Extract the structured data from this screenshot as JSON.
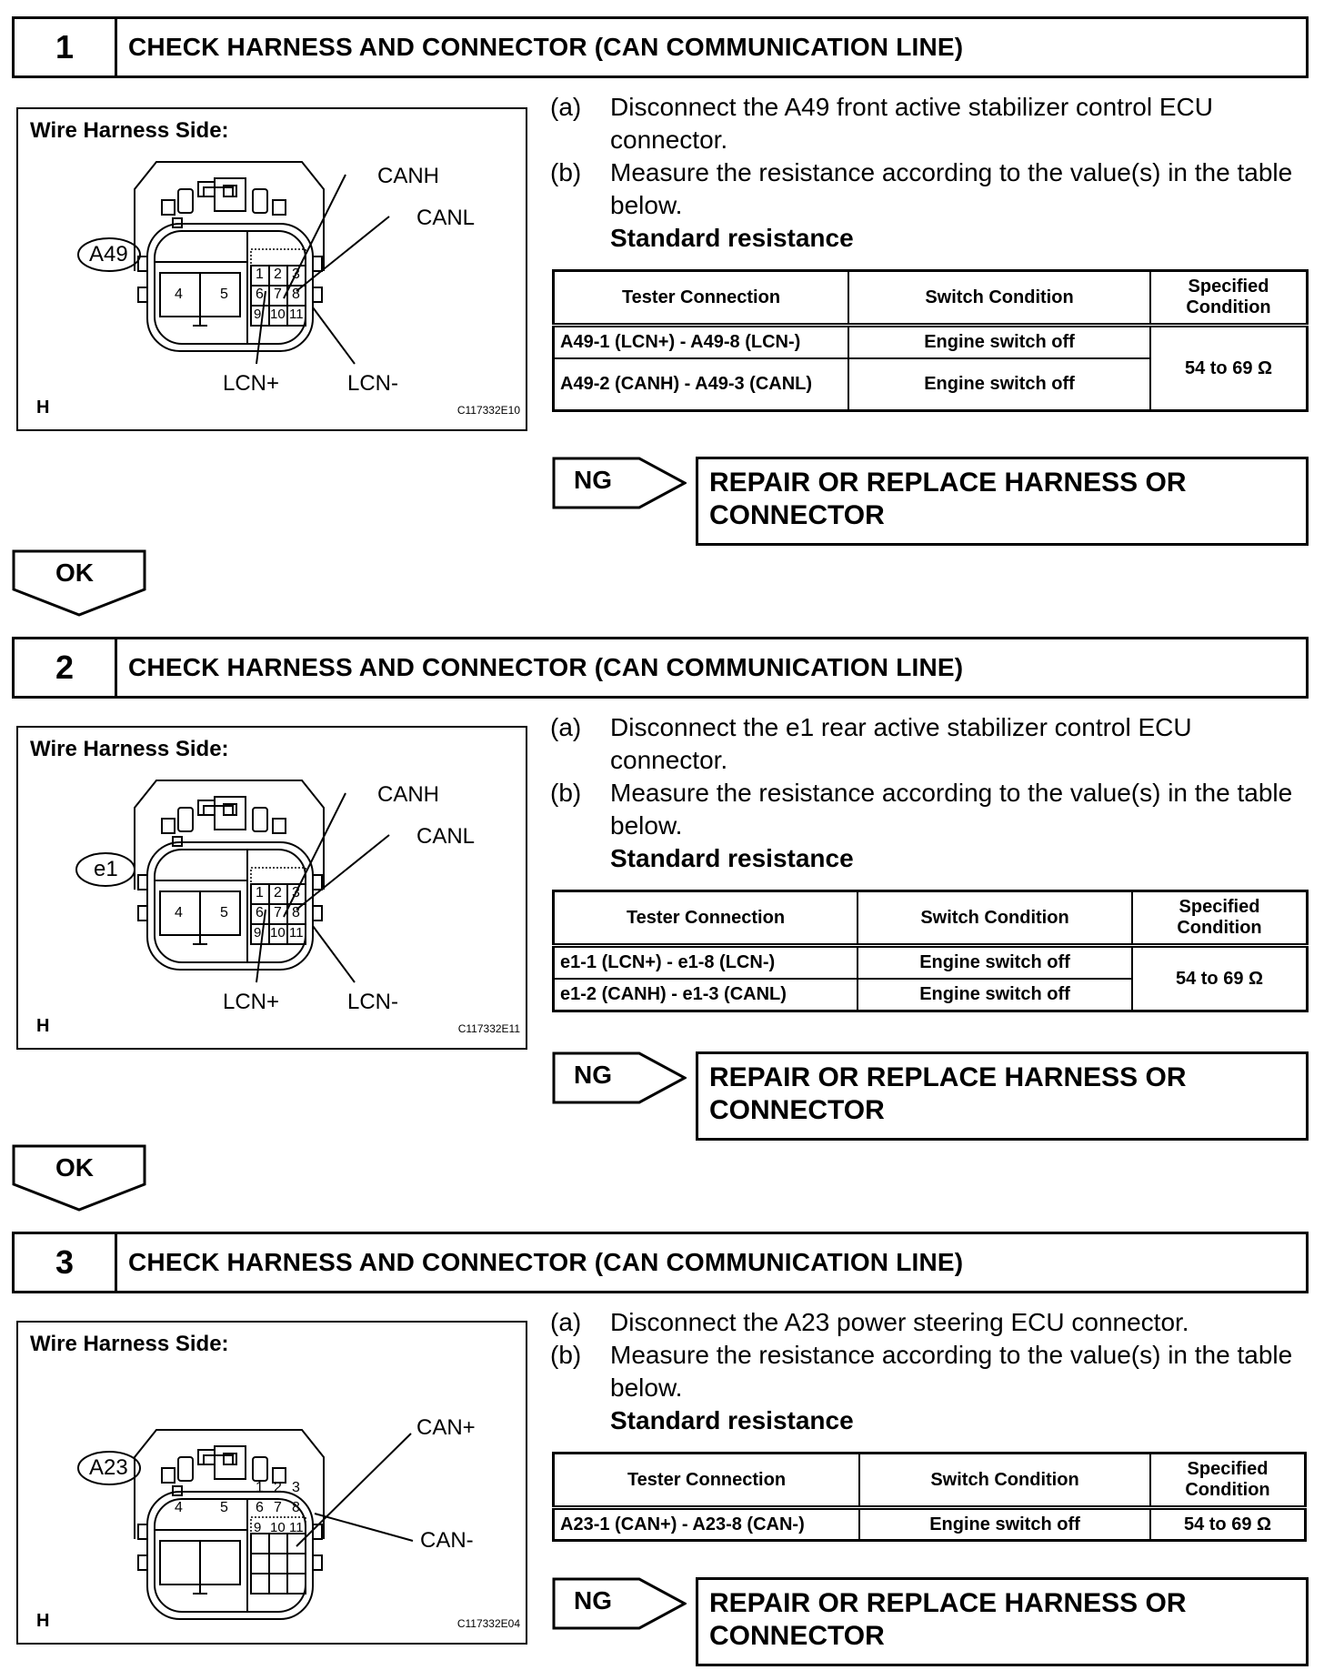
{
  "steps": [
    {
      "number": "1",
      "title": "CHECK HARNESS AND CONNECTOR (CAN COMMUNICATION LINE)",
      "diagram": {
        "title": "Wire Harness Side:",
        "connector_badge": "A49",
        "labels": [
          "CANH",
          "CANL",
          "LCN+",
          "LCN-"
        ],
        "pins_top": [
          "1",
          "2",
          "3"
        ],
        "pins_mid": [
          "6",
          "7",
          "8"
        ],
        "pins_bot": [
          "9",
          "10",
          "11"
        ],
        "pin_4": "4",
        "pin_5": "5",
        "h_mark": "H",
        "code": "C117332E10"
      },
      "instructions": [
        {
          "mark": "(a)",
          "text": "Disconnect the A49 front active stabilizer control ECU connector."
        },
        {
          "mark": "(b)",
          "text": "Measure the resistance according to the value(s) in the table below."
        }
      ],
      "standard": "Standard resistance",
      "table": {
        "headers": [
          "Tester Connection",
          "Switch Condition",
          "Specified Condition"
        ],
        "rows": [
          [
            "A49-1 (LCN+) - A49-8 (LCN-)",
            "Engine switch off"
          ],
          [
            "A49-2 (CANH) - A49-3 (CANL)",
            "Engine switch off"
          ]
        ],
        "spec": "54 to 69 Ω"
      },
      "ng_label": "NG",
      "ng_text": "REPAIR OR REPLACE HARNESS OR CONNECTOR",
      "ok_label": "OK"
    },
    {
      "number": "2",
      "title": "CHECK HARNESS AND CONNECTOR (CAN COMMUNICATION LINE)",
      "diagram": {
        "title": "Wire Harness Side:",
        "connector_badge": "e1",
        "labels": [
          "CANH",
          "CANL",
          "LCN+",
          "LCN-"
        ],
        "pins_top": [
          "1",
          "2",
          "3"
        ],
        "pins_mid": [
          "6",
          "7",
          "8"
        ],
        "pins_bot": [
          "9",
          "10",
          "11"
        ],
        "pin_4": "4",
        "pin_5": "5",
        "h_mark": "H",
        "code": "C117332E11"
      },
      "instructions": [
        {
          "mark": "(a)",
          "text": "Disconnect the e1 rear active stabilizer control ECU connector."
        },
        {
          "mark": "(b)",
          "text": "Measure the resistance according to the value(s) in the table below."
        }
      ],
      "standard": "Standard resistance",
      "table": {
        "headers": [
          "Tester Connection",
          "Switch Condition",
          "Specified Condition"
        ],
        "rows": [
          [
            "e1-1 (LCN+) - e1-8 (LCN-)",
            "Engine switch off"
          ],
          [
            "e1-2 (CANH) - e1-3 (CANL)",
            "Engine switch off"
          ]
        ],
        "spec": "54 to 69 Ω"
      },
      "ng_label": "NG",
      "ng_text": "REPAIR OR REPLACE HARNESS OR CONNECTOR",
      "ok_label": "OK"
    },
    {
      "number": "3",
      "title": "CHECK HARNESS AND CONNECTOR (CAN COMMUNICATION LINE)",
      "diagram": {
        "title": "Wire Harness Side:",
        "connector_badge": "A23",
        "labels": [
          "CAN+",
          "CAN-"
        ],
        "pins_top": [
          "1",
          "2",
          "3"
        ],
        "pins_mid": [
          "6",
          "7",
          "8"
        ],
        "pins_bot": [
          "9",
          "10",
          "11"
        ],
        "pin_4": "4",
        "pin_5": "5",
        "h_mark": "H",
        "code": "C117332E04"
      },
      "instructions": [
        {
          "mark": "(a)",
          "text": "Disconnect the A23 power steering ECU connector."
        },
        {
          "mark": "(b)",
          "text": "Measure the resistance according to the value(s) in the table below."
        }
      ],
      "standard": "Standard resistance",
      "table": {
        "headers": [
          "Tester Connection",
          "Switch Condition",
          "Specified Condition"
        ],
        "rows": [
          [
            "A23-1 (CAN+) - A23-8 (CAN-)",
            "Engine switch off",
            "54 to 69 Ω"
          ]
        ]
      },
      "ng_label": "NG",
      "ng_text": "REPAIR OR REPLACE HARNESS OR CONNECTOR"
    }
  ]
}
